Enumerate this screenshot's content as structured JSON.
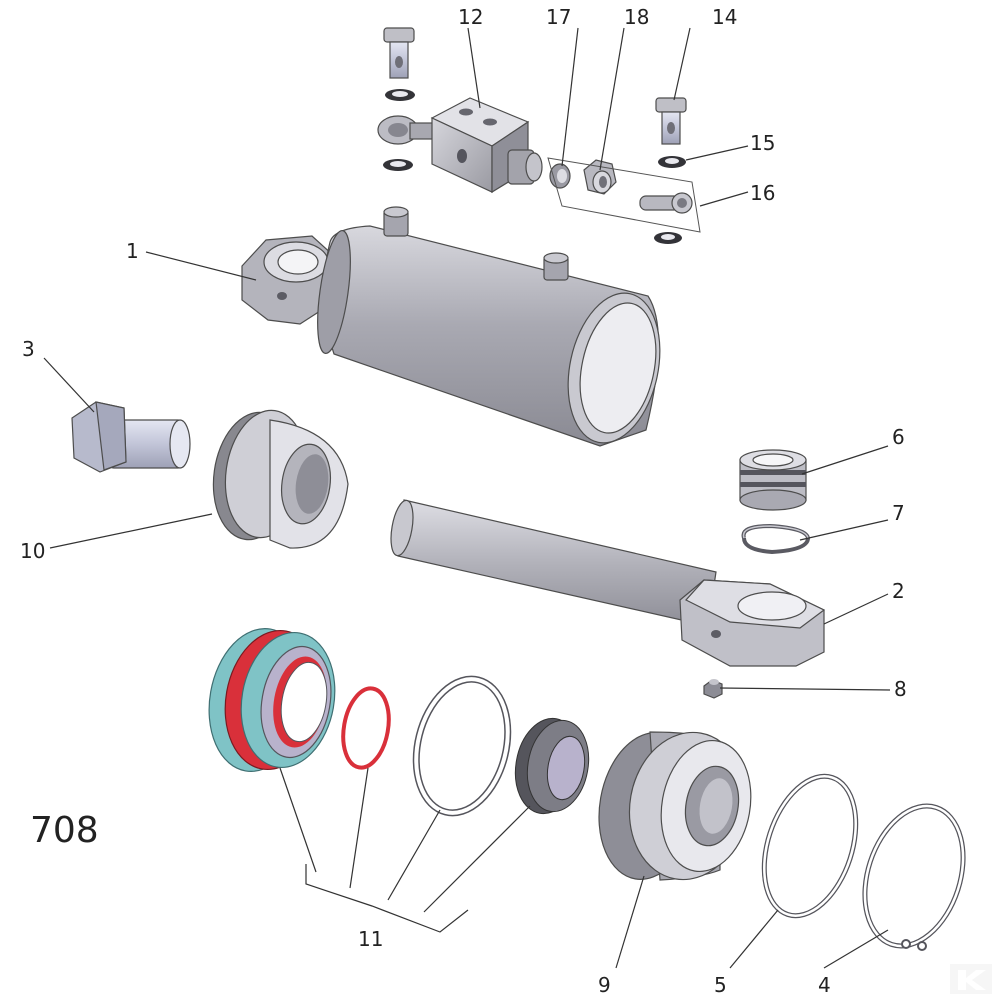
{
  "drawing_id": "708",
  "callouts": {
    "c1": "1",
    "c2": "2",
    "c3": "3",
    "c4": "4",
    "c5": "5",
    "c6": "6",
    "c7": "7",
    "c8": "8",
    "c9": "9",
    "c10": "10",
    "c11": "11",
    "c12": "12",
    "c14": "14",
    "c15": "15",
    "c16": "16",
    "c17": "17",
    "c18": "18"
  },
  "colors": {
    "metal_light": "#cfcfd6",
    "metal_mid": "#a9a9b2",
    "metal_dark": "#7d7d86",
    "seal_teal": "#7fc3c6",
    "seal_red": "#d9303a",
    "seal_lavender": "#b8b2cc",
    "seal_dark": "#55555c",
    "background": "#ffffff"
  },
  "watermark_icon": "brand-logo-icon"
}
